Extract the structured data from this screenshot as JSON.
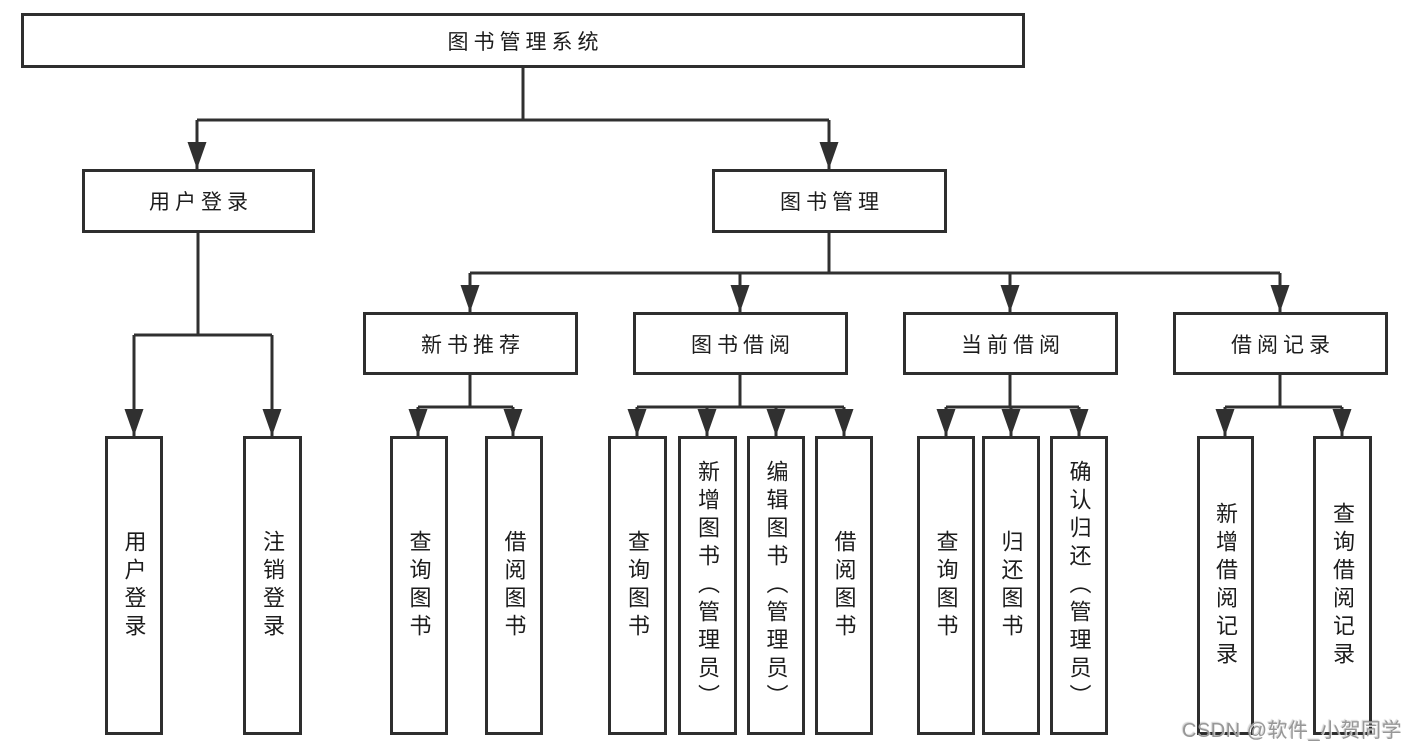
{
  "colors": {
    "line": "#303030",
    "border": "#2e2e2e",
    "text": "#1c1c1c",
    "background": "#ffffff",
    "watermark": "#979797"
  },
  "root": {
    "label": "图书管理系统"
  },
  "branches": {
    "user_login": {
      "label": "用户登录",
      "children": {
        "login": "用户登录",
        "logout": "注销登录"
      }
    },
    "book_management": {
      "label": "图书管理",
      "sections": {
        "new_books": {
          "label": "新书推荐",
          "children": {
            "query": "查询图书",
            "borrow": "借阅图书"
          }
        },
        "book_borrow": {
          "label": "图书借阅",
          "children": {
            "query": "查询图书",
            "add": "新增图书（管理员）",
            "edit": "编辑图书（管理员）",
            "borrow": "借阅图书"
          }
        },
        "current_borrow": {
          "label": "当前借阅",
          "children": {
            "query": "查询图书",
            "return": "归还图书",
            "confirm": "确认归还（管理员）"
          }
        },
        "borrow_records": {
          "label": "借阅记录",
          "children": {
            "add": "新增借阅记录",
            "query": "查询借阅记录"
          }
        }
      }
    }
  },
  "watermark": "CSDN @软件_小贺同学"
}
